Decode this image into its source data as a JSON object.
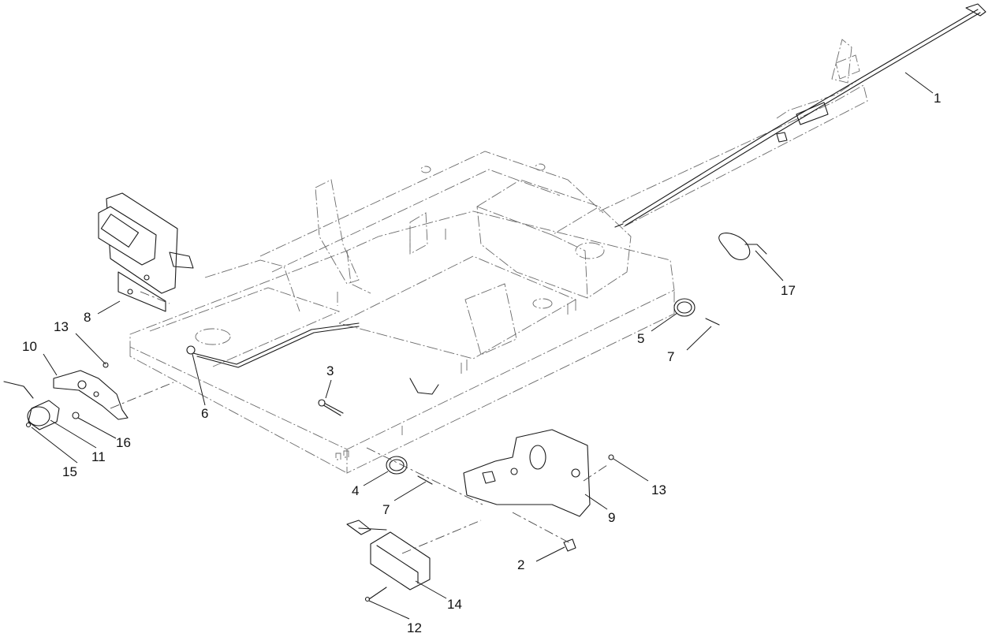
{
  "diagram": {
    "callouts": [
      "1",
      "2",
      "3",
      "4",
      "5",
      "6",
      "7",
      "7",
      "8",
      "9",
      "10",
      "11",
      "12",
      "13",
      "13",
      "14",
      "15",
      "16",
      "17"
    ]
  }
}
